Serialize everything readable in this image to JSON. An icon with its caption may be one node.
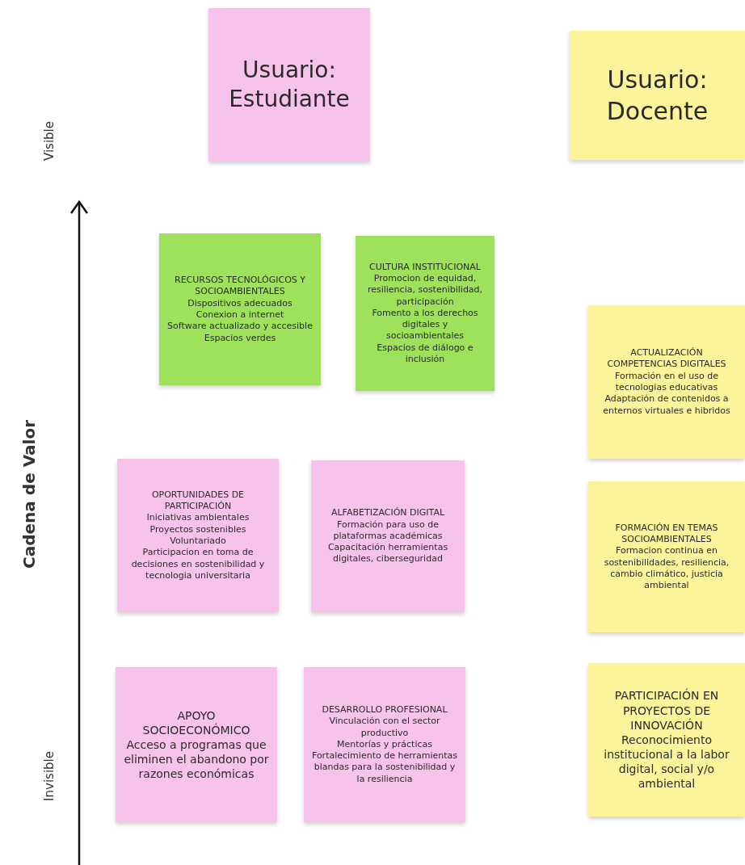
{
  "diagram": {
    "nodes": [
      {
        "text": [
          "Usuario: Estudiante"
        ]
      },
      {
        "text": [
          "Usuario: Docente"
        ]
      },
      {
        "text": [
          "RECURSOS TECNOLÓGICOS Y SOCIOAMBIENTALES",
          "Dispositivos adecuados",
          "Conexion a internet",
          "Software actualizado y accesible",
          "Espacios verdes"
        ]
      },
      {
        "text": [
          "CULTURA INSTITUCIONAL",
          "Promocion de equidad, resiliencia, sostenibilidad, participación",
          "Fomento a los derechos digitales y socioambientales",
          "Espacios de diálogo e inclusión"
        ]
      },
      {
        "text": [
          "ACTUALIZACIÓN COMPETENCIAS DIGITALES",
          "Formación en el uso de tecnologias educativas",
          "Adaptación de contenidos a enternos virtuales e hibridos"
        ]
      },
      {
        "text": [
          "OPORTUNIDADES DE PARTICIPACIÓN",
          "Iniciativas ambientales",
          "Proyectos sostenibles",
          "Voluntariado",
          "Participacion en toma de decisiones en sostenibilidad y tecnologia universitaria"
        ]
      },
      {
        "text": [
          "ALFABETIZACIÓN DIGITAL",
          "Formación para uso de plataformas académicas",
          "Capacitación herramientas digitales, ciberseguridad"
        ]
      },
      {
        "text": [
          "FORMACIÓN EN TEMAS SOCIOAMBIENTALES",
          "Formacion continua en sostenibilidades, resiliencia, cambio climático, justicia ambiental"
        ]
      },
      {
        "text": [
          "APOYO SOCIOECONÓMICO",
          "Acceso a programas que eliminen el abandono por razones económicas"
        ]
      },
      {
        "text": [
          "DESARROLLO PROFESIONAL",
          "Vinculación con el sector productivo",
          "Mentorías y prácticas",
          "Fortalecimiento de herramientas blandas para la sostenibilidad y la resiliencia"
        ]
      },
      {
        "text": [
          "PARTICIPACIÓN EN PROYECTOS DE INNOVACIÓN",
          "Reconocimiento institucional a la labor digital, social y/o ambiental"
        ]
      }
    ],
    "labels": [
      "Visible",
      "Cadena de Valor",
      "Invisible"
    ]
  }
}
